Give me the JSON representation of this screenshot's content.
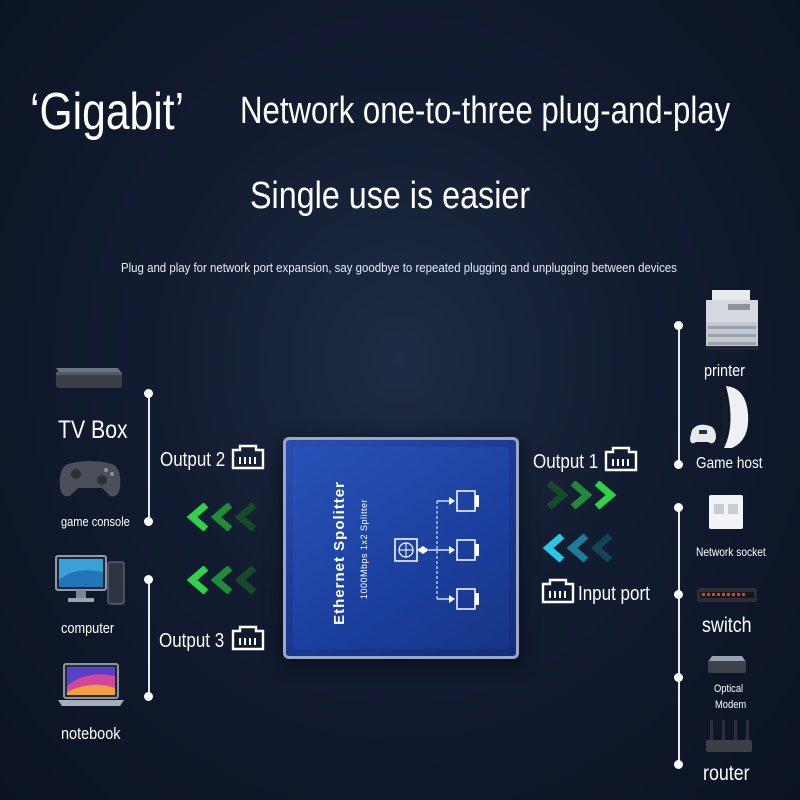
{
  "headline": {
    "gigabit": "‘Gigabit’",
    "main": "Network one-to-three plug-and-play",
    "sub": "Single use is easier"
  },
  "description": "Plug and play for network port expansion, say goodbye to repeated plugging and unplugging between devices",
  "left_devices": {
    "tv_box": "TV Box",
    "game_console": "game console",
    "computer": "computer",
    "notebook": "notebook"
  },
  "right_devices": {
    "printer": "printer",
    "game_host": "Game host",
    "network_socket": "Network socket",
    "switch": "switch",
    "optical_modem_line1": "Optical",
    "optical_modem_line2": "Modem",
    "router": "router"
  },
  "ports": {
    "output1": "Output 1",
    "output2": "Output 2",
    "output3": "Output 3",
    "input": "Input port"
  },
  "splitter": {
    "name": "Ethernet Spolitter",
    "spec": "1000Mbps 1x2 Splitter"
  },
  "colors": {
    "green_arrow": "#2fd34a",
    "cyan_arrow": "#27c9e6",
    "box_blue": "#1f44a6"
  }
}
